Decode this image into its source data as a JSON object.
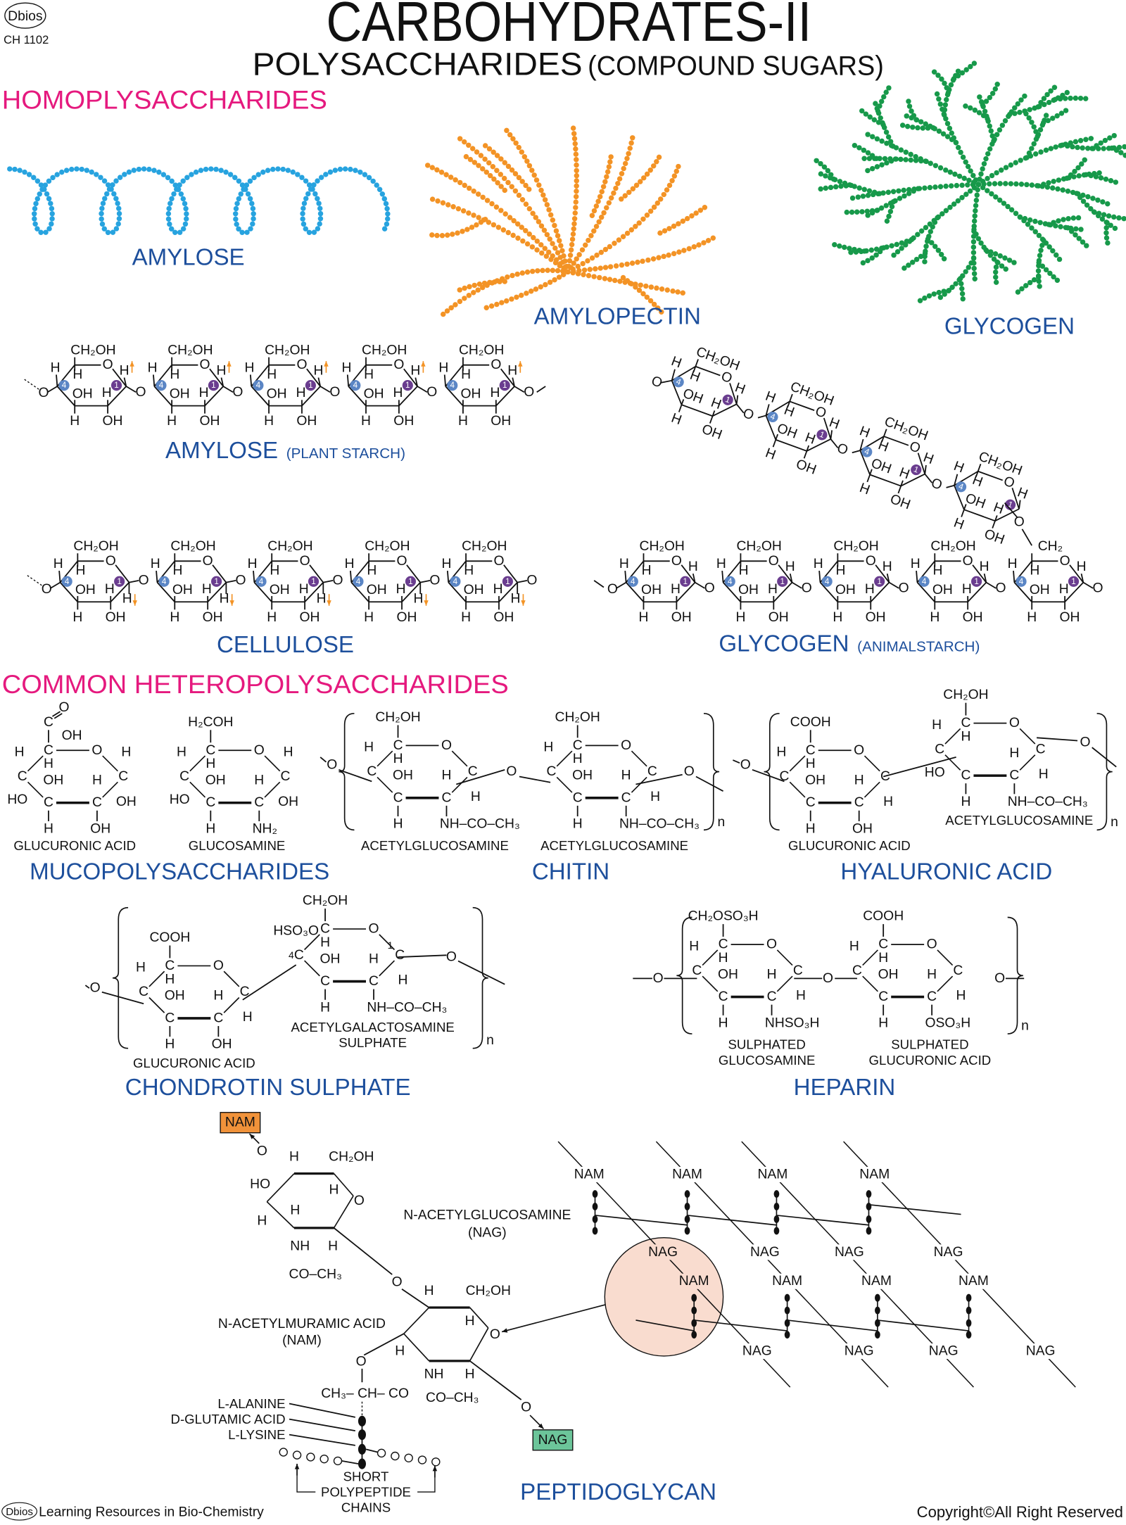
{
  "header": {
    "logo": "Dbios",
    "code": "CH 1102",
    "title": "CARBOHYDRATES-II",
    "subtitle": "POLYSACCHARIDES",
    "subtitle_note": "(COMPOUND SUGARS)"
  },
  "colors": {
    "section_heading": "#e5197e",
    "label_blue": "#1d4f9c",
    "amylose": "#27a3df",
    "amylopectin": "#f39325",
    "glycogen": "#17994a",
    "badge_c4": "#5b86c5",
    "badge_c1": "#6a3d8f",
    "bond_arrow": "#f39325",
    "nam_box": "#f0923a",
    "nag_box": "#6cc59a",
    "highlight": "#f9dccf"
  },
  "homopolysaccharides": {
    "heading": "HOMOPLYSACCHARIDES",
    "amylose_shape": "AMYLOSE",
    "amylopectin_shape": "AMYLOPECTIN",
    "glycogen_shape": "GLYCOGEN",
    "amylose_chain": {
      "name": "AMYLOSE",
      "note": "(PLANT STARCH)"
    },
    "cellulose_chain": {
      "name": "CELLULOSE"
    },
    "glycogen_chain": {
      "name": "GLYCOGEN",
      "note": "(ANIMALSTARCH)"
    }
  },
  "glucose_unit": {
    "ch2oh": "CH₂OH",
    "ch2": "CH₂",
    "ring_o": "O",
    "h": "H",
    "oh": "OH",
    "link_o": "O",
    "badge_c4": "4",
    "badge_c1": "1"
  },
  "heteropolysaccharides": {
    "heading": "COMMON HETEROPOLYSACCHARIDES",
    "atoms": {
      "c": "C",
      "o": "O",
      "n": "n"
    },
    "glucuronic_top": {
      "o": "O",
      "oh": "OH"
    },
    "monomers": [
      {
        "labels": [
          "C",
          "H",
          "H",
          "HO",
          "OH",
          "H",
          "H",
          "OH",
          "H",
          "OH"
        ],
        "caption": "GLUCURONIC ACID"
      },
      {
        "labels": [
          "H₂COH",
          "H",
          "H",
          "HO",
          "OH",
          "H",
          "H",
          "NH₂",
          "H",
          "OH"
        ],
        "caption": "GLUCOSAMINE"
      },
      {
        "labels": [
          "CH₂OH",
          "H",
          "H",
          "",
          "OH",
          "H",
          "H",
          "NH–CO–CH₃",
          "",
          "H"
        ],
        "caption": "ACETYLGLUCOSAMINE"
      },
      {
        "labels": [
          "CH₂OH",
          "H",
          "H",
          "",
          "OH",
          "H",
          "H",
          "NH–CO–CH₃",
          "",
          "H"
        ],
        "caption": "ACETYLGLUCOSAMINE"
      },
      {
        "labels": [
          "COOH",
          "H",
          "H",
          "",
          "OH",
          "H",
          "H",
          "OH",
          "",
          "H"
        ],
        "caption": "GLUCURONIC ACID"
      },
      {
        "labels": [
          "CH₂OH",
          "H",
          "H",
          "HO",
          "",
          "H",
          "H",
          "NH–CO–CH₃",
          "",
          "H"
        ],
        "caption": "ACETYLGLUCOSAMINE"
      },
      {
        "labels": [
          "COOH",
          "H",
          "H",
          "",
          "OH",
          "H",
          "H",
          "OH",
          "",
          "H"
        ],
        "caption": "GLUCURONIC ACID"
      },
      {
        "labels": [
          "CH₂OH",
          "H",
          "HSO₃O",
          "",
          "OH",
          "H",
          "H",
          "NH–CO–CH₃",
          "",
          "H"
        ],
        "caption": "ACETYLGALACTOSAMINE",
        "caption2": "SULPHATE",
        "pos4": "4",
        "pos1": "1"
      },
      {
        "labels": [
          "CH₂OSO₃H",
          "H",
          "H",
          "",
          "OH",
          "H",
          "H",
          "NHSO₃H",
          "",
          "H"
        ],
        "caption": "SULPHATED",
        "caption2": "GLUCOSAMINE"
      },
      {
        "labels": [
          "COOH",
          "H",
          "H",
          "",
          "OH",
          "H",
          "H",
          "OSO₃H",
          "",
          "H"
        ],
        "caption": "SULPHATED",
        "caption2": "GLUCURONIC ACID"
      }
    ],
    "groups": {
      "mucopolysaccharides": "MUCOPOLYSACCHARIDES",
      "chitin": "CHITIN",
      "hyaluronic_acid": "HYALURONIC ACID",
      "chondroitin_sulphate": "CHONDROTIN SULPHATE",
      "heparin": "HEPARIN"
    }
  },
  "peptidoglycan": {
    "title": "PEPTIDOGLYCAN",
    "nam_box": "NAM",
    "nag_box": "NAG",
    "nag_name": "N-ACETYLGLUCOSAMINE",
    "nag_abbr": "(NAG)",
    "nam_name": "N-ACETYLMURAMIC ACID",
    "nam_abbr": "(NAM)",
    "atoms": {
      "o": "O",
      "h": "H",
      "ho": "HO",
      "nh": "NH",
      "ch2oh": "CH₂OH",
      "coch3": "CO–CH₃",
      "lactyl": "CH₃– CH– CO"
    },
    "amino_acids": [
      "L-ALANINE",
      "D-GLUTAMIC ACID",
      "L-LYSINE"
    ],
    "chains_label": [
      "SHORT",
      "POLYPEPTIDE",
      "CHAINS"
    ],
    "network": {
      "nam": "NAM",
      "nag": "NAG"
    }
  },
  "footer": {
    "logo": "Dbios",
    "left": "Learning Resources in Bio-Chemistry",
    "right": "Copyright©All Right  Reserved"
  }
}
